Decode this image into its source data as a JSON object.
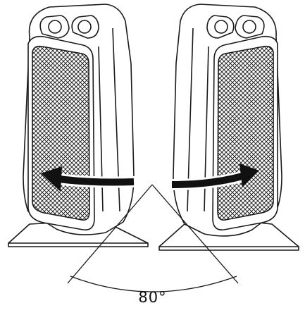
{
  "diagram": {
    "angle_label": "80°",
    "oscillation_angle_deg": 80
  },
  "colors": {
    "outline": "#1a1a1a",
    "background": "#ffffff",
    "arrow": "#111111"
  },
  "heaters": [
    {
      "name": "left-heater",
      "view": "rotated-left",
      "arrow_direction": "left"
    },
    {
      "name": "right-heater",
      "view": "rotated-right",
      "arrow_direction": "right"
    }
  ]
}
